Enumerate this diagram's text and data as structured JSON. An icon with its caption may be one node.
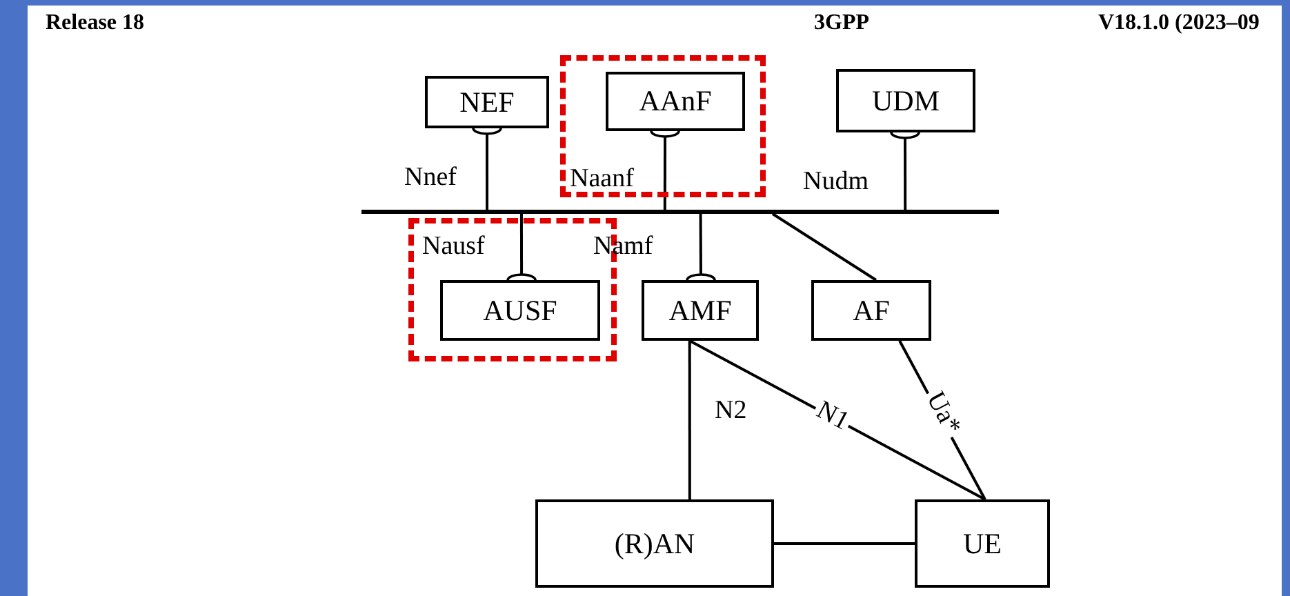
{
  "diagram": {
    "nodes": [
      {
        "text": [
          "NEF"
        ]
      },
      {
        "text": [],
        "shape": "box"
      },
      {
        "text": [
          "AAnF"
        ],
        "in": 1
      },
      {
        "text": [
          "UDM"
        ]
      },
      {
        "text": [],
        "shape": "bar"
      },
      {
        "text": [],
        "shape": "box"
      },
      {
        "text": [
          "AUSF"
        ],
        "in": 5
      },
      {
        "text": [
          "AMF"
        ]
      },
      {
        "text": [
          "AF"
        ]
      },
      {
        "text": [
          "(R)AN"
        ]
      },
      {
        "text": [
          "UE"
        ]
      }
    ],
    "edges": [
      {
        "from": 0,
        "to": 4,
        "arrow": "other",
        "label": "Nnef"
      },
      {
        "from": 2,
        "to": 4,
        "arrow": "other",
        "label": "Naanf"
      },
      {
        "from": 3,
        "to": 4,
        "arrow": "other",
        "label": "Nudm"
      },
      {
        "from": 6,
        "to": 4,
        "arrow": "other",
        "label": "Nausf"
      },
      {
        "from": 7,
        "to": 4,
        "arrow": "other",
        "label": "Namf"
      },
      {
        "from": 8,
        "to": 4,
        "arrow": "none"
      },
      {
        "from": 7,
        "to": 9,
        "arrow": "none",
        "label": "N2"
      },
      {
        "from": 7,
        "to": 10,
        "arrow": "none",
        "label": "N1"
      },
      {
        "from": 8,
        "to": 10,
        "arrow": "none",
        "label": "Ua*"
      },
      {
        "from": 9,
        "to": 10,
        "arrow": "none"
      }
    ],
    "labels": [
      "Release 18",
      "3GPP",
      "V18.1.0 (2023–09"
    ]
  }
}
